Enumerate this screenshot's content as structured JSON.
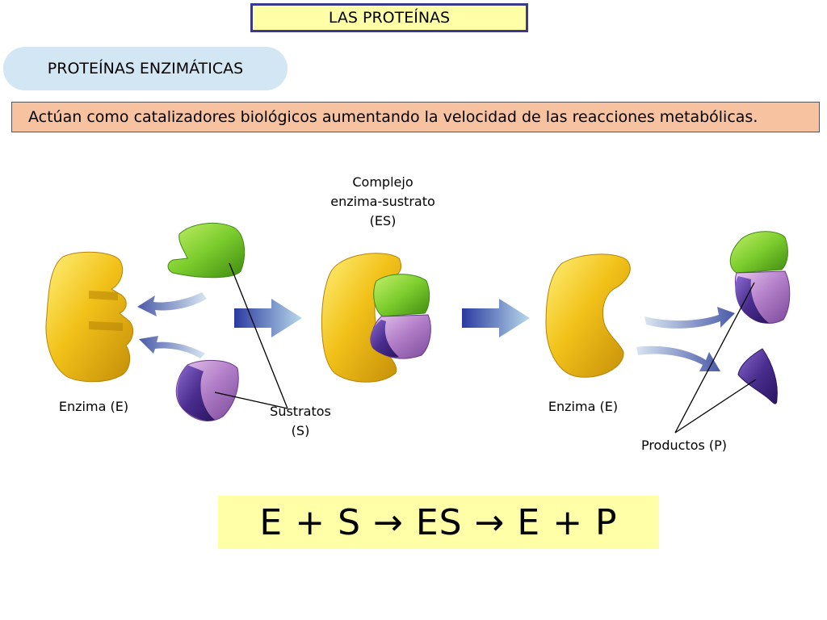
{
  "header": {
    "title": "LAS PROTEÍNAS"
  },
  "section": {
    "title": "PROTEÍNAS ENZIMÁTICAS"
  },
  "description": "Actúan como catalizadores biológicos aumentando la velocidad de las reacciones metabólicas.",
  "diagram": {
    "complex_label": [
      "Complejo",
      "enzima-sustrato",
      "(ES)"
    ],
    "enzyme_label_left": "Enzima (E)",
    "enzyme_label_right": "Enzima (E)",
    "substrates_label": [
      "Sustratos",
      "(S)"
    ],
    "products_label": "Productos (P)",
    "colors": {
      "enzyme": "#f2c21a",
      "green_substrate": "#7ccd2e",
      "purple_substrate": "#b27ec8",
      "dark_purple": "#4a2d8e",
      "arrow": "#4a5aa8"
    }
  },
  "equation": "E + S → ES → E + P"
}
